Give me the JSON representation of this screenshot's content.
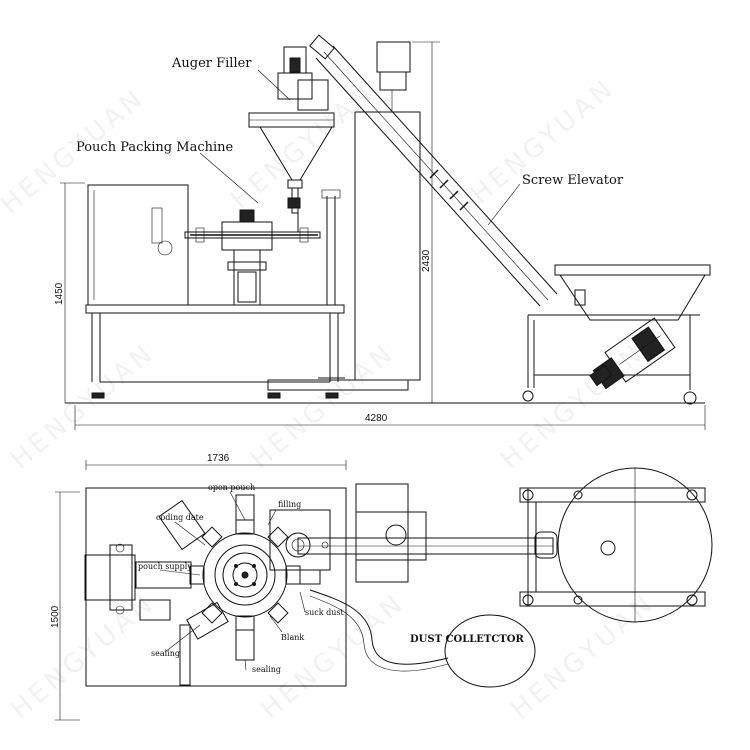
{
  "labels": {
    "auger_filler": "Auger Filler",
    "pouch_packing_machine": "Pouch Packing Machine",
    "screw_elevator": "Screw Elevator",
    "dust_collector": "DUST COLLETCTOR",
    "open_pouch": "open pouch",
    "filling": "filling",
    "coding_date": "coding date",
    "pouch_supply": "pouch supply",
    "suck_dust": "suck dust",
    "blank": "Blank",
    "sealing_1": "sealing",
    "sealing_2": "sealing"
  },
  "dimensions": {
    "side_height": "1450",
    "total_height": "2430",
    "total_length": "4280",
    "top_width": "1736",
    "top_depth": "1500"
  },
  "watermark": "HENGYUAN"
}
